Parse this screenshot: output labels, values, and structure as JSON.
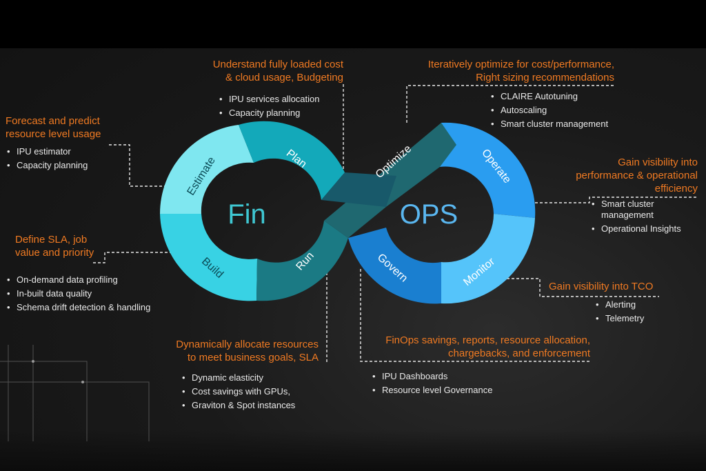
{
  "diagram": {
    "center_left": "Fin",
    "center_right": "OPS",
    "segments": {
      "estimate": "Estimate",
      "plan": "Plan",
      "build": "Build",
      "run": "Run",
      "optimize": "Optimize",
      "operate": "Operate",
      "govern": "Govern",
      "monitor": "Monitor"
    }
  },
  "callouts": {
    "forecast": {
      "heading": [
        "Forecast and predict",
        "resource level usage"
      ],
      "items": [
        "IPU estimator",
        "Capacity planning"
      ]
    },
    "understand": {
      "heading": [
        "Understand fully loaded cost",
        "& cloud usage, Budgeting"
      ],
      "items": [
        "IPU services allocation",
        "Capacity planning"
      ]
    },
    "define_sla": {
      "heading": [
        "Define SLA, job",
        "value and priority"
      ],
      "items": [
        "On-demand data profiling",
        "In-built data quality",
        "Schema drift detection & handling"
      ]
    },
    "dynamic": {
      "heading": [
        "Dynamically allocate resources",
        "to meet business goals, SLA"
      ],
      "items": [
        "Dynamic elasticity",
        "Cost savings with GPUs,",
        "Graviton & Spot instances"
      ]
    },
    "iterative": {
      "heading": [
        "Iteratively optimize for cost/performance,",
        "Right sizing recommendations"
      ],
      "items": [
        "CLAIRE Autotuning",
        "Autoscaling",
        "Smart cluster management"
      ]
    },
    "visibility_perf": {
      "heading": [
        "Gain visibility into",
        "performance & operational",
        "efficiency"
      ],
      "items": [
        "Smart cluster management",
        "Operational Insights"
      ]
    },
    "visibility_tco": {
      "heading": [
        "Gain visibility into TCO"
      ],
      "items": [
        "Alerting",
        "Telemetry"
      ]
    },
    "finops": {
      "heading": [
        "FinOps savings, reports, resource allocation,",
        "chargebacks, and enforcement"
      ],
      "items": [
        "IPU Dashboards",
        "Resource level Governance"
      ]
    }
  },
  "colors": {
    "accent_orange": "#f07a22",
    "fin_light": "#7fe7f0",
    "fin_mid": "#38d2e4",
    "fin_dark": "#13a9ba",
    "fin_darkest": "#1b7a84",
    "ops_light": "#55c4fa",
    "ops_mid": "#2a9df0",
    "ops_dark": "#1a7fd0",
    "cross_dark": "#1f6870"
  }
}
